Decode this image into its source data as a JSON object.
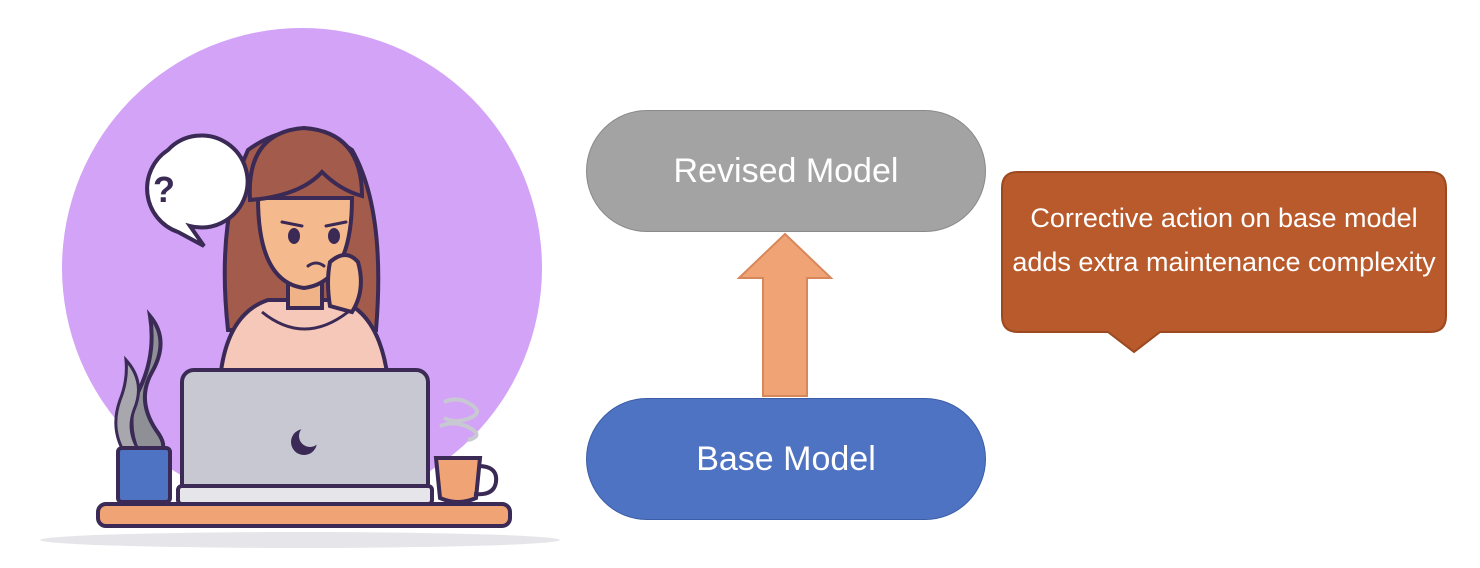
{
  "diagram": {
    "revised_model_label": "Revised Model",
    "base_model_label": "Base Model",
    "callout_text": "Corrective action on base model adds extra maintenance complexity",
    "question_mark": "?"
  },
  "colors": {
    "revised_fill": "#a3a3a3",
    "base_fill": "#4f73c3",
    "arrow_fill": "#f0a476",
    "callout_fill": "#b85a2c",
    "circle_fill": "#d2a3f7"
  },
  "icons": {
    "person": "person-at-laptop-icon",
    "question": "question-bubble-icon",
    "plant": "plant-pot-icon",
    "laptop": "laptop-icon",
    "cup": "coffee-cup-icon"
  }
}
